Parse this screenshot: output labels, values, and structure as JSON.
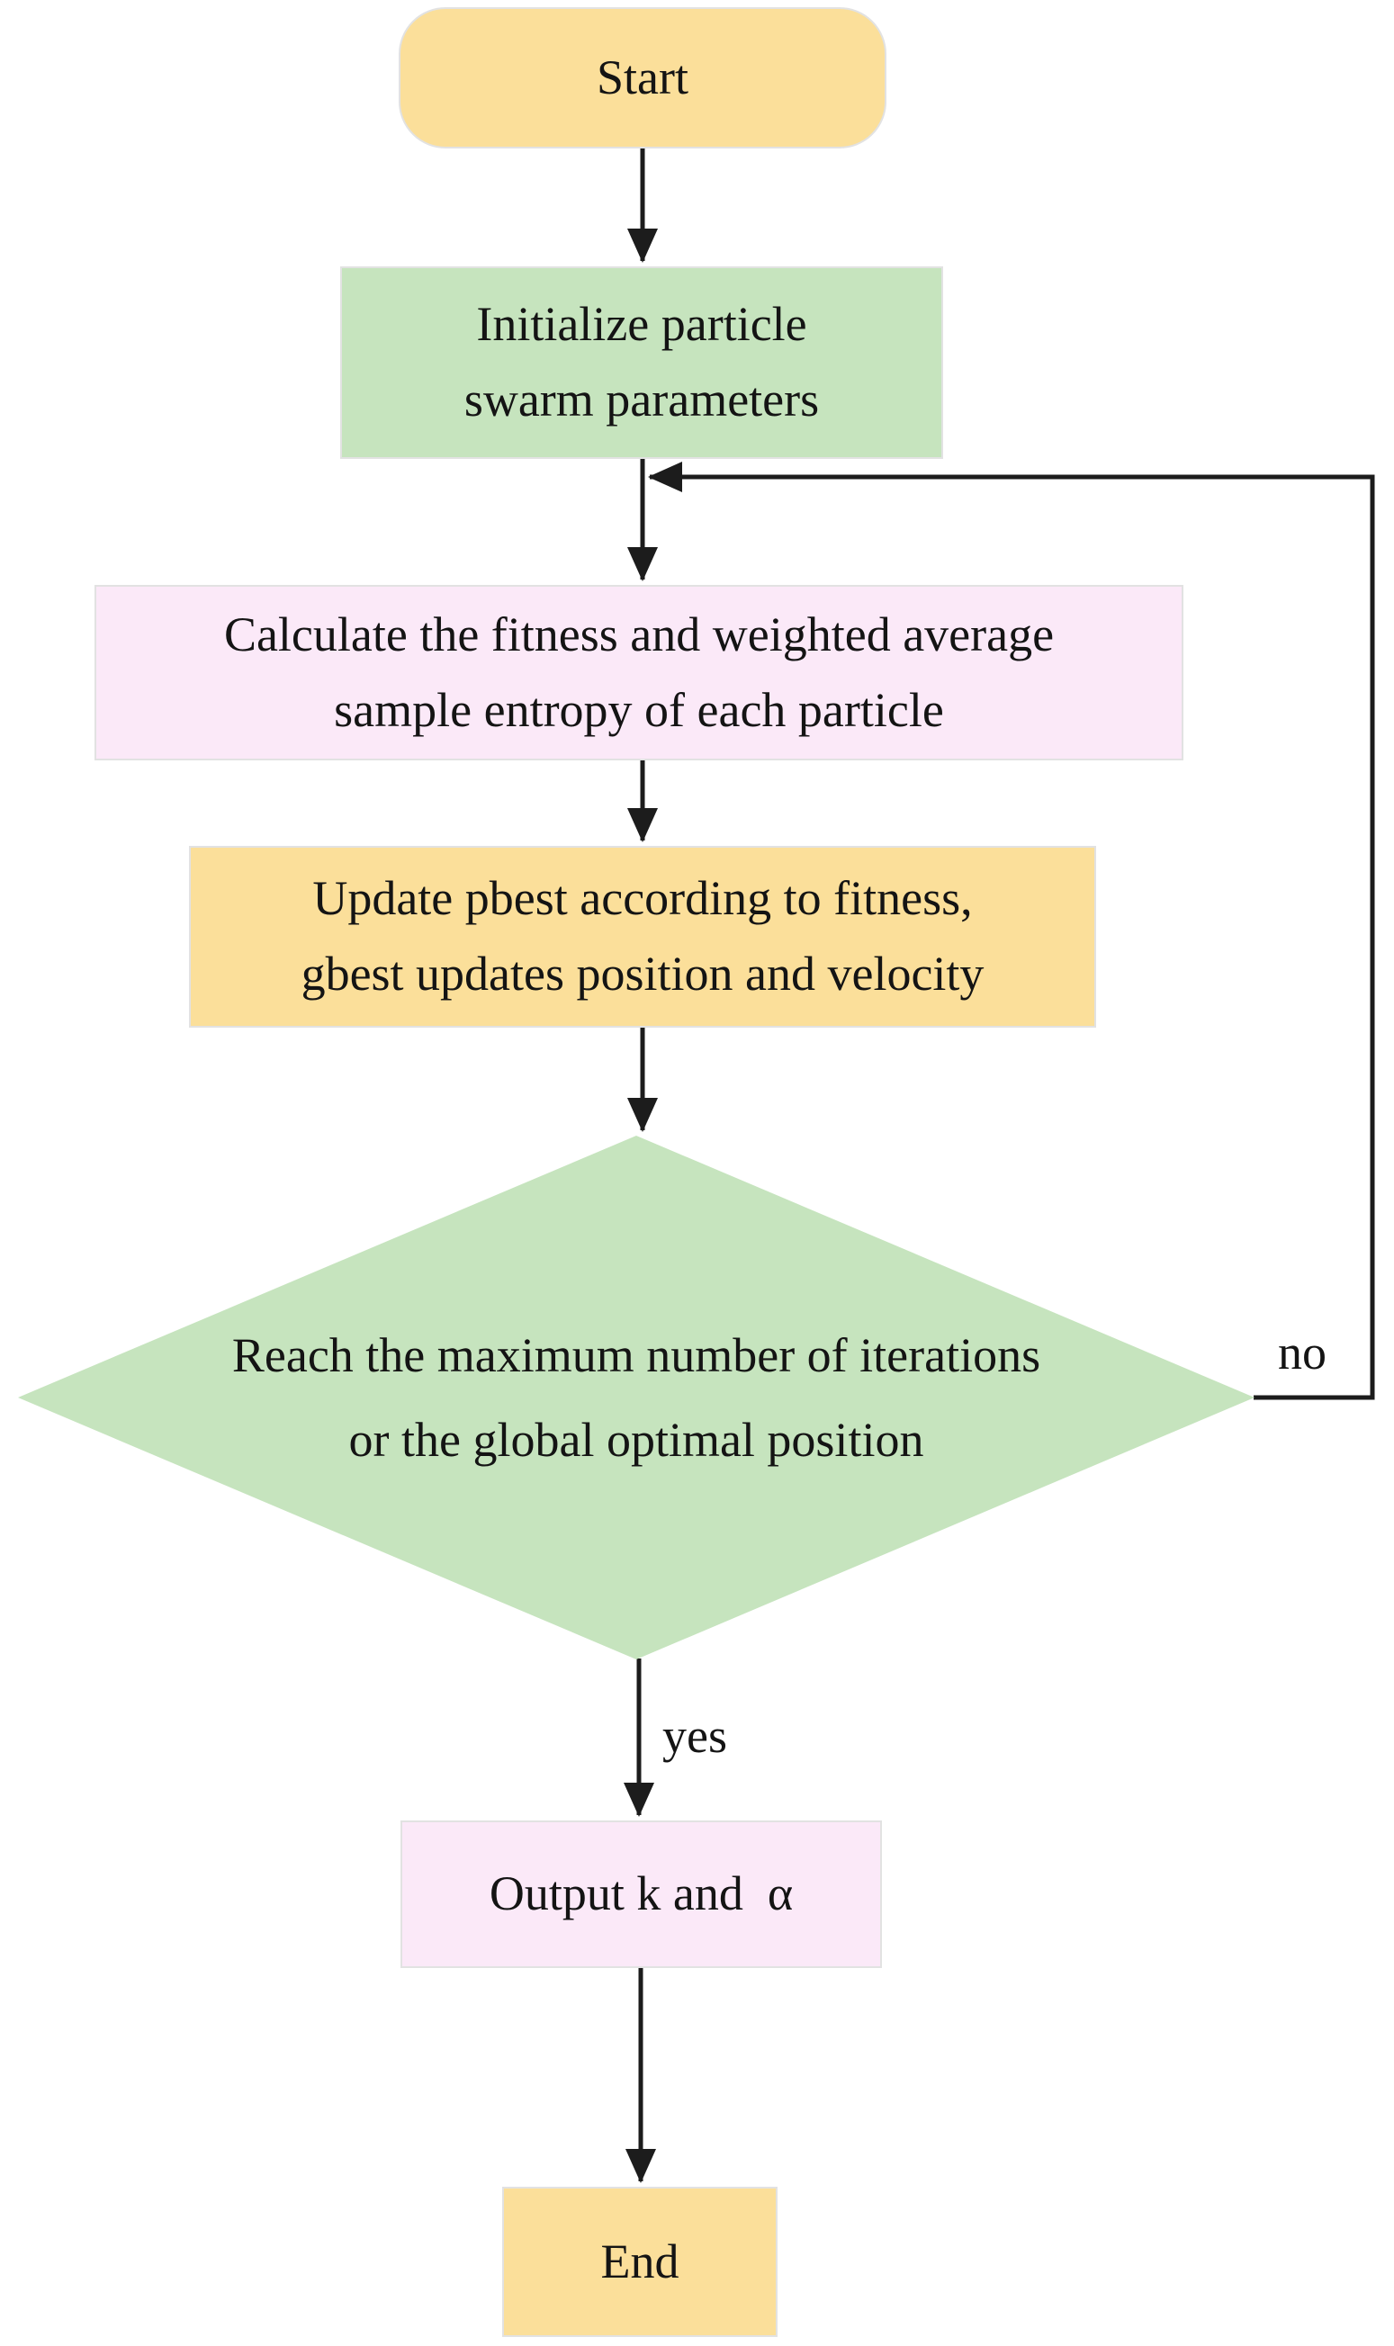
{
  "diagram": {
    "type": "flowchart",
    "nodes": {
      "start": {
        "label": "Start",
        "shape": "rounded-rectangle",
        "fill": "#fbdf9a"
      },
      "init": {
        "label": "Initialize particle\nswarm parameters",
        "shape": "rectangle",
        "fill": "#c6e4be"
      },
      "calc": {
        "label": "Calculate the fitness and weighted average\nsample entropy of each particle",
        "shape": "rectangle",
        "fill": "#fbe9f8"
      },
      "update": {
        "label": "Update pbest according to fitness,\ngbest updates position and velocity",
        "shape": "rectangle",
        "fill": "#fbdf9a"
      },
      "decision": {
        "label": "Reach the maximum number of iterations\nor the global optimal position",
        "shape": "diamond",
        "fill": "#c6e4be"
      },
      "output": {
        "label": "Output k and  α",
        "shape": "rectangle",
        "fill": "#fbe9f8"
      },
      "end": {
        "label": "End",
        "shape": "rectangle",
        "fill": "#fbdf9a"
      }
    },
    "edge_labels": {
      "yes": "yes",
      "no": "no"
    },
    "colors": {
      "yellow": "#fbdf9a",
      "green": "#c6e4be",
      "pink": "#fbe9f8",
      "connector": "#1c1c1c",
      "text": "#141414"
    }
  }
}
